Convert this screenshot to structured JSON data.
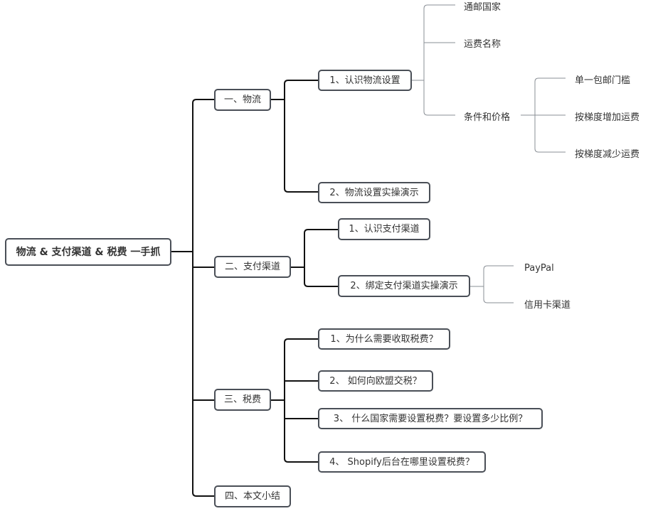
{
  "mindmap": {
    "root": "物流 & 支付渠道 & 税费 一手抓",
    "branch1": {
      "label": "一、物流",
      "sub1": "1、认识物流设置",
      "leaf_country": "通邮国家",
      "leaf_shipname": "运费名称",
      "leaf_condition": "条件和价格",
      "leaf_single": "单一包邮门槛",
      "leaf_ladder_up": "按梯度增加运费",
      "leaf_ladder_down": "按梯度减少运费",
      "sub2": "2、物流设置实操演示"
    },
    "branch2": {
      "label": "二、支付渠道",
      "sub1": "1、认识支付渠道",
      "sub2": "2、绑定支付渠道实操演示",
      "leaf_paypal": "PayPal",
      "leaf_card": "信用卡渠道"
    },
    "branch3": {
      "label": "三、税费",
      "sub1": "1、为什么需要收取税费？",
      "sub2": "2、 如何向欧盟交税？",
      "sub3": "3、 什么国家需要设置税费？要设置多少比例？",
      "sub4": "4、 Shopify后台在哪里设置税费？"
    },
    "branch4": {
      "label": "四、本文小结"
    }
  }
}
